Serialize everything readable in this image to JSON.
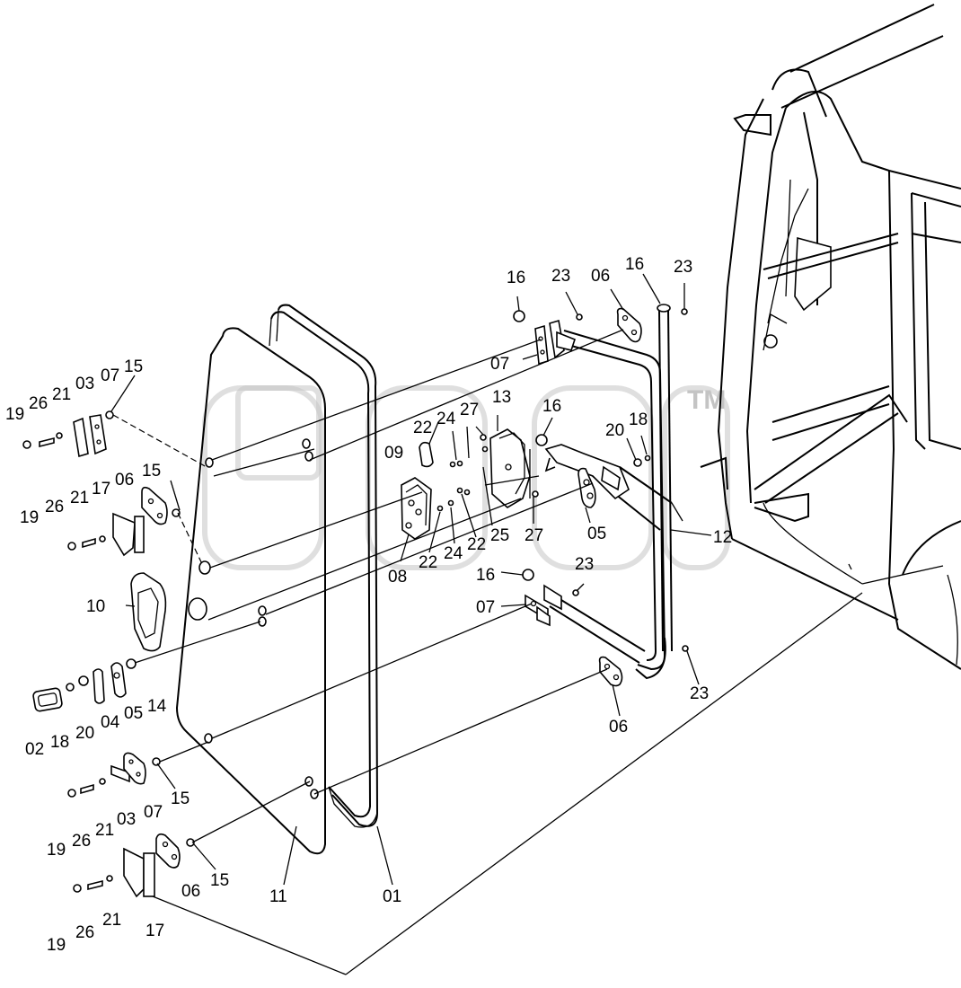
{
  "diagram": {
    "watermark_mark": "TM",
    "callouts": [
      {
        "id": "c-19a",
        "text": "19"
      },
      {
        "id": "c-26a",
        "text": "26"
      },
      {
        "id": "c-21a",
        "text": "21"
      },
      {
        "id": "c-03a",
        "text": "03"
      },
      {
        "id": "c-07a",
        "text": "07"
      },
      {
        "id": "c-15a",
        "text": "15"
      },
      {
        "id": "c-19b",
        "text": "19"
      },
      {
        "id": "c-26b",
        "text": "26"
      },
      {
        "id": "c-21b",
        "text": "21"
      },
      {
        "id": "c-17a",
        "text": "17"
      },
      {
        "id": "c-06a",
        "text": "06"
      },
      {
        "id": "c-15b",
        "text": "15"
      },
      {
        "id": "c-10",
        "text": "10"
      },
      {
        "id": "c-02",
        "text": "02"
      },
      {
        "id": "c-18a",
        "text": "18"
      },
      {
        "id": "c-20a",
        "text": "20"
      },
      {
        "id": "c-04",
        "text": "04"
      },
      {
        "id": "c-05a",
        "text": "05"
      },
      {
        "id": "c-14",
        "text": "14"
      },
      {
        "id": "c-15c",
        "text": "15"
      },
      {
        "id": "c-19c",
        "text": "19"
      },
      {
        "id": "c-26c",
        "text": "26"
      },
      {
        "id": "c-21c",
        "text": "21"
      },
      {
        "id": "c-03b",
        "text": "03"
      },
      {
        "id": "c-07b",
        "text": "07"
      },
      {
        "id": "c-15d",
        "text": "15"
      },
      {
        "id": "c-06b",
        "text": "06"
      },
      {
        "id": "c-19d",
        "text": "19"
      },
      {
        "id": "c-26d",
        "text": "26"
      },
      {
        "id": "c-21d",
        "text": "21"
      },
      {
        "id": "c-17b",
        "text": "17"
      },
      {
        "id": "c-11",
        "text": "11"
      },
      {
        "id": "c-01",
        "text": "01"
      },
      {
        "id": "c-09",
        "text": "09"
      },
      {
        "id": "c-22a",
        "text": "22"
      },
      {
        "id": "c-24a",
        "text": "24"
      },
      {
        "id": "c-27a",
        "text": "27"
      },
      {
        "id": "c-13",
        "text": "13"
      },
      {
        "id": "c-08",
        "text": "08"
      },
      {
        "id": "c-22b",
        "text": "22"
      },
      {
        "id": "c-24b",
        "text": "24"
      },
      {
        "id": "c-22c",
        "text": "22"
      },
      {
        "id": "c-25",
        "text": "25"
      },
      {
        "id": "c-27b",
        "text": "27"
      },
      {
        "id": "c-16a",
        "text": "16"
      },
      {
        "id": "c-23a",
        "text": "23"
      },
      {
        "id": "c-06c",
        "text": "06"
      },
      {
        "id": "c-16b",
        "text": "16"
      },
      {
        "id": "c-23b",
        "text": "23"
      },
      {
        "id": "c-07c",
        "text": "07"
      },
      {
        "id": "c-16c",
        "text": "16"
      },
      {
        "id": "c-20b",
        "text": "20"
      },
      {
        "id": "c-18b",
        "text": "18"
      },
      {
        "id": "c-05b",
        "text": "05"
      },
      {
        "id": "c-12",
        "text": "12"
      },
      {
        "id": "c-16d",
        "text": "16"
      },
      {
        "id": "c-23c",
        "text": "23"
      },
      {
        "id": "c-07d",
        "text": "07"
      },
      {
        "id": "c-23d",
        "text": "23"
      },
      {
        "id": "c-06d",
        "text": "06"
      }
    ]
  }
}
